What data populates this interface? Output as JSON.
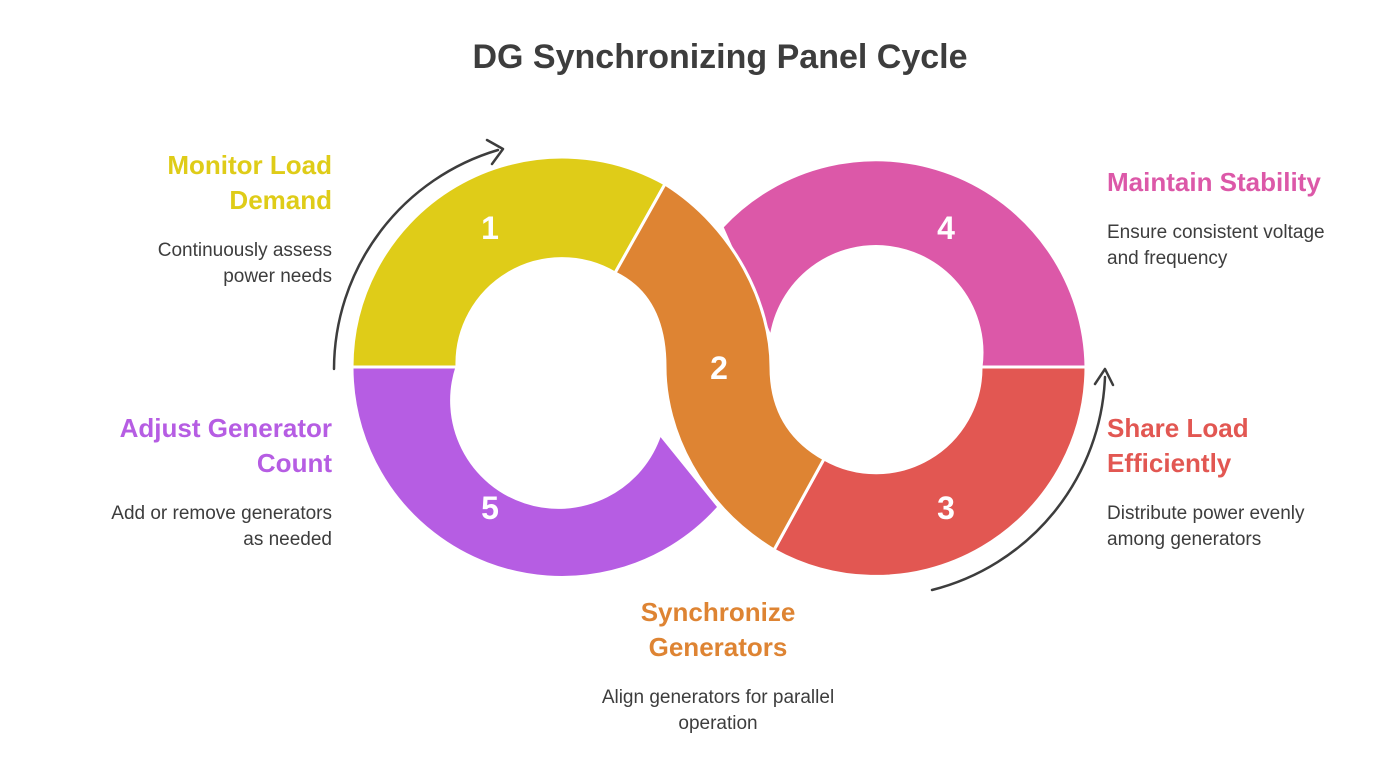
{
  "title": "DG Synchronizing Panel Cycle",
  "colors": {
    "step1": "#dfcc18",
    "step2": "#de8433",
    "step3": "#e25752",
    "step4": "#dc58a8",
    "step5": "#b65de3",
    "text": "#3d3d3d",
    "arrow": "#3d3d3d"
  },
  "steps": [
    {
      "number": "1",
      "heading": "Monitor Load Demand",
      "description": "Continuously assess power needs"
    },
    {
      "number": "2",
      "heading": "Synchronize Generators",
      "description": "Align generators for parallel operation"
    },
    {
      "number": "3",
      "heading": "Share Load Efficiently",
      "description": "Distribute power evenly among generators"
    },
    {
      "number": "4",
      "heading": "Maintain Stability",
      "description": "Ensure consistent voltage and frequency"
    },
    {
      "number": "5",
      "heading": "Adjust Generator Count",
      "description": "Add or remove generators as needed"
    }
  ]
}
